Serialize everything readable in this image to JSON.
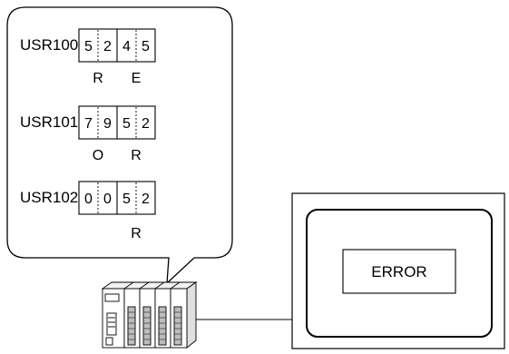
{
  "registers": [
    {
      "name": "USR100",
      "digits": [
        "5",
        "2",
        "4",
        "5"
      ],
      "chars": [
        "R",
        "E"
      ]
    },
    {
      "name": "USR101",
      "digits": [
        "7",
        "9",
        "5",
        "2"
      ],
      "chars": [
        "O",
        "R"
      ]
    },
    {
      "name": "USR102",
      "digits": [
        "0",
        "0",
        "5",
        "2"
      ],
      "chars": [
        "",
        "R"
      ]
    }
  ],
  "display": {
    "message": "ERROR"
  }
}
